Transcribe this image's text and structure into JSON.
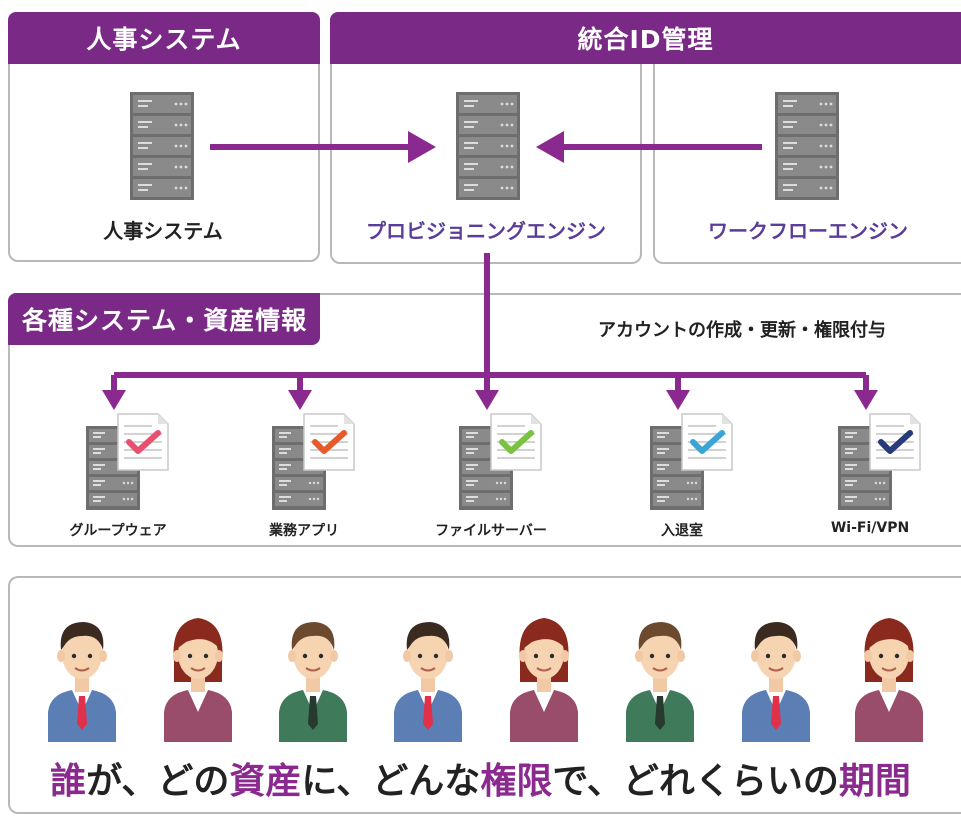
{
  "top": {
    "hr_header": "人事システム",
    "idm_header": "統合ID管理",
    "hr_server_label": "人事システム",
    "provisioning_label": "プロビジョニングエンジン",
    "workflow_label": "ワークフローエンジン"
  },
  "middle": {
    "header": "各種システム・資産情報",
    "note": "アカウントの作成・更新・権限付与",
    "targets": [
      "グループウェア",
      "業務アプリ",
      "ファイルサーバー",
      "入退室",
      "Wi-Fi/VPN"
    ],
    "check_colors": [
      "#e8506e",
      "#e85a2a",
      "#7cc241",
      "#3aa6d8",
      "#273a7a"
    ]
  },
  "bottom": {
    "tagline_parts": [
      {
        "text": "誰",
        "hl": true
      },
      {
        "text": "が、どの",
        "hl": false
      },
      {
        "text": "資産",
        "hl": true
      },
      {
        "text": "に、どんな",
        "hl": false
      },
      {
        "text": "権限",
        "hl": true
      },
      {
        "text": "で、どれくらいの",
        "hl": false
      },
      {
        "text": "期間",
        "hl": true
      }
    ]
  },
  "colors": {
    "accent": "#7a2a86",
    "arrow": "#8a2a8f",
    "label_purple": "#5b3d99",
    "server_dark": "#6b6b6b",
    "panel_border": "#b9b9b9"
  }
}
